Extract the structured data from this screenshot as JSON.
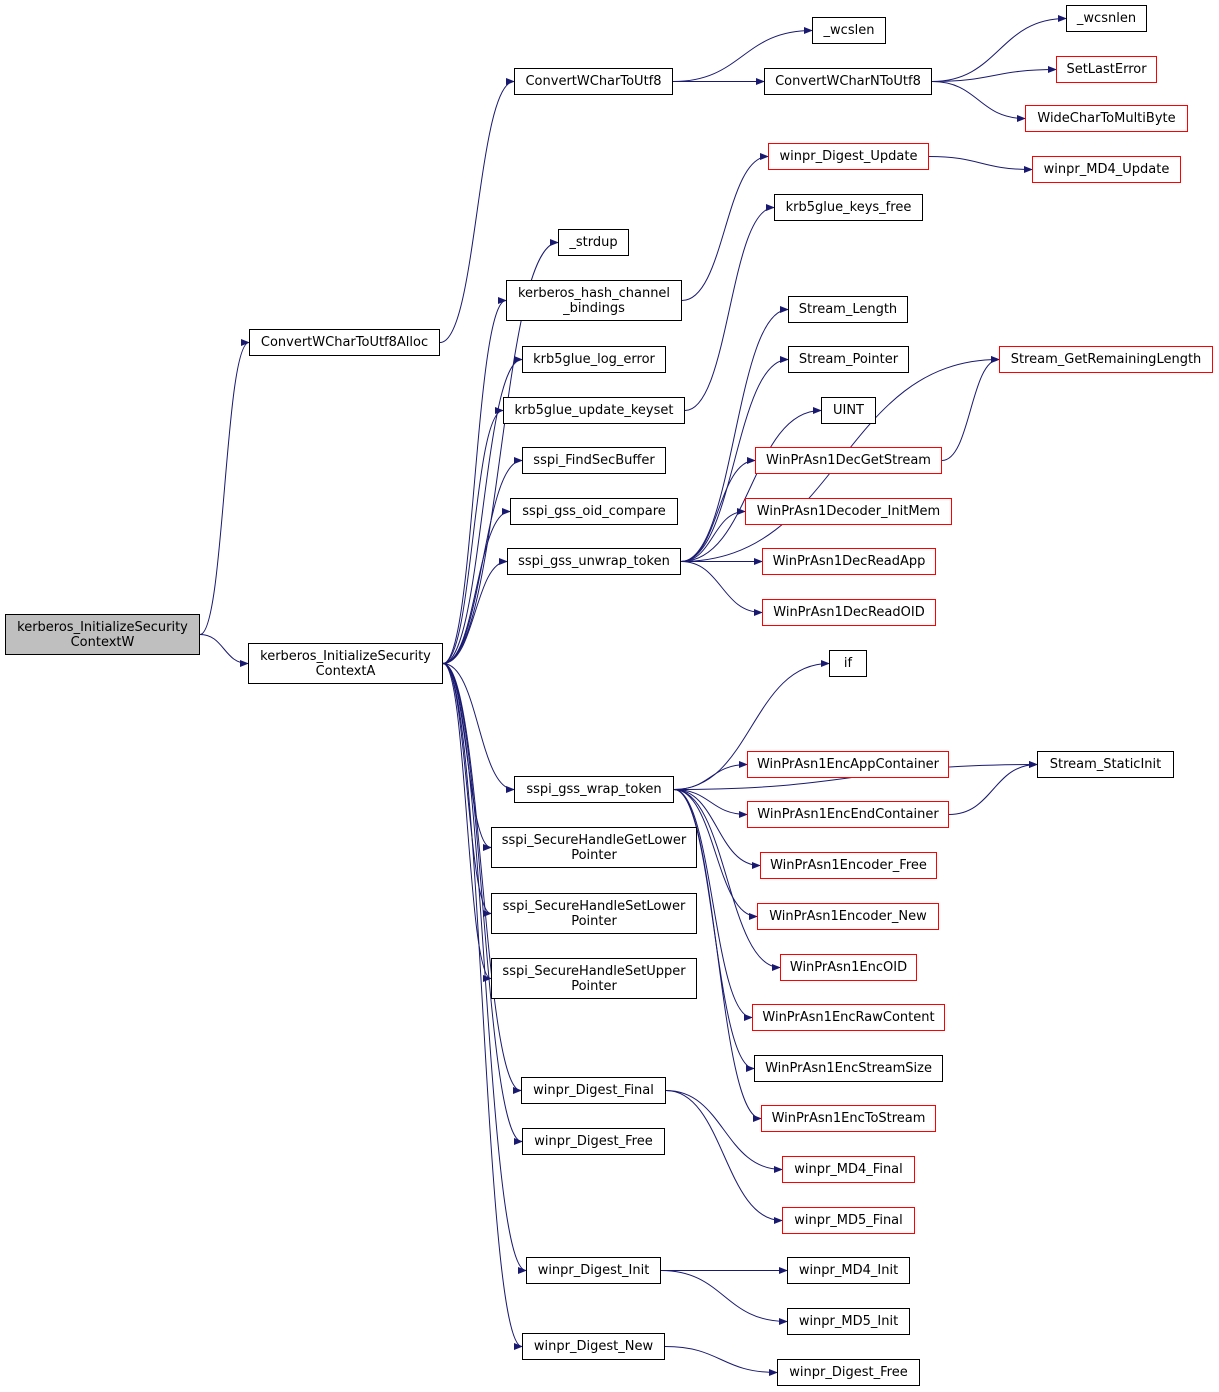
{
  "colors": {
    "edge": "#191970",
    "node_border": "#000000",
    "node_border_incomplete": "#ff0000",
    "root_fill": "#bfbfbf"
  },
  "nodes": {
    "n_root": {
      "lines": [
        "kerberos_InitializeSecurity",
        "ContextW"
      ],
      "style": "root"
    },
    "n_cw8alloc": {
      "lines": [
        "ConvertWCharToUtf8Alloc"
      ],
      "style": "normal"
    },
    "n_cw8": {
      "lines": [
        "ConvertWCharToUtf8"
      ],
      "style": "normal"
    },
    "n_wcslen": {
      "lines": [
        "_wcslen"
      ],
      "style": "normal"
    },
    "n_cwn8": {
      "lines": [
        "ConvertWCharNToUtf8"
      ],
      "style": "normal"
    },
    "n_wcsnlen": {
      "lines": [
        "_wcsnlen"
      ],
      "style": "normal"
    },
    "n_setlasterror": {
      "lines": [
        "SetLastError"
      ],
      "style": "red"
    },
    "n_wc2mb": {
      "lines": [
        "WideCharToMultiByte"
      ],
      "style": "red"
    },
    "n_ctxA": {
      "lines": [
        "kerberos_InitializeSecurity",
        "ContextA"
      ],
      "style": "normal"
    },
    "n_strdup": {
      "lines": [
        "_strdup"
      ],
      "style": "normal"
    },
    "n_hashcb": {
      "lines": [
        "kerberos_hash_channel",
        "_bindings"
      ],
      "style": "normal"
    },
    "n_logerr": {
      "lines": [
        "krb5glue_log_error"
      ],
      "style": "normal"
    },
    "n_updkeyset": {
      "lines": [
        "krb5glue_update_keyset"
      ],
      "style": "normal"
    },
    "n_findsec": {
      "lines": [
        "sspi_FindSecBuffer"
      ],
      "style": "normal"
    },
    "n_oidcmp": {
      "lines": [
        "sspi_gss_oid_compare"
      ],
      "style": "normal"
    },
    "n_unwrap": {
      "lines": [
        "sspi_gss_unwrap_token"
      ],
      "style": "normal"
    },
    "n_wrap": {
      "lines": [
        "sspi_gss_wrap_token"
      ],
      "style": "normal"
    },
    "n_shgetlower": {
      "lines": [
        "sspi_SecureHandleGetLower",
        "Pointer"
      ],
      "style": "normal"
    },
    "n_shsetlower": {
      "lines": [
        "sspi_SecureHandleSetLower",
        "Pointer"
      ],
      "style": "normal"
    },
    "n_shsetupper": {
      "lines": [
        "sspi_SecureHandleSetUpper",
        "Pointer"
      ],
      "style": "normal"
    },
    "n_dfinal": {
      "lines": [
        "winpr_Digest_Final"
      ],
      "style": "normal"
    },
    "n_dfree1": {
      "lines": [
        "winpr_Digest_Free"
      ],
      "style": "normal"
    },
    "n_dinit": {
      "lines": [
        "winpr_Digest_Init"
      ],
      "style": "normal"
    },
    "n_dnew": {
      "lines": [
        "winpr_Digest_New"
      ],
      "style": "normal"
    },
    "n_dupdate": {
      "lines": [
        "winpr_Digest_Update"
      ],
      "style": "red"
    },
    "n_md4upd": {
      "lines": [
        "winpr_MD4_Update"
      ],
      "style": "red"
    },
    "n_keysfree": {
      "lines": [
        "krb5glue_keys_free"
      ],
      "style": "normal"
    },
    "n_slen": {
      "lines": [
        "Stream_Length"
      ],
      "style": "normal"
    },
    "n_sptr": {
      "lines": [
        "Stream_Pointer"
      ],
      "style": "normal"
    },
    "n_uint": {
      "lines": [
        "UINT"
      ],
      "style": "normal"
    },
    "n_sgrl": {
      "lines": [
        "Stream_GetRemainingLength"
      ],
      "style": "red"
    },
    "n_decgs": {
      "lines": [
        "WinPrAsn1DecGetStream"
      ],
      "style": "red"
    },
    "n_decim": {
      "lines": [
        "WinPrAsn1Decoder_InitMem"
      ],
      "style": "red"
    },
    "n_decra": {
      "lines": [
        "WinPrAsn1DecReadApp"
      ],
      "style": "red"
    },
    "n_decro": {
      "lines": [
        "WinPrAsn1DecReadOID"
      ],
      "style": "red"
    },
    "n_if": {
      "lines": [
        "if"
      ],
      "style": "normal"
    },
    "n_ssi": {
      "lines": [
        "Stream_StaticInit"
      ],
      "style": "normal"
    },
    "n_encapp": {
      "lines": [
        "WinPrAsn1EncAppContainer"
      ],
      "style": "red"
    },
    "n_encend": {
      "lines": [
        "WinPrAsn1EncEndContainer"
      ],
      "style": "red"
    },
    "n_encfree": {
      "lines": [
        "WinPrAsn1Encoder_Free"
      ],
      "style": "red"
    },
    "n_encnew": {
      "lines": [
        "WinPrAsn1Encoder_New"
      ],
      "style": "red"
    },
    "n_encoid": {
      "lines": [
        "WinPrAsn1EncOID"
      ],
      "style": "red"
    },
    "n_encraw": {
      "lines": [
        "WinPrAsn1EncRawContent"
      ],
      "style": "red"
    },
    "n_encss": {
      "lines": [
        "WinPrAsn1EncStreamSize"
      ],
      "style": "normal"
    },
    "n_encts": {
      "lines": [
        "WinPrAsn1EncToStream"
      ],
      "style": "red"
    },
    "n_md4final": {
      "lines": [
        "winpr_MD4_Final"
      ],
      "style": "red"
    },
    "n_md5final": {
      "lines": [
        "winpr_MD5_Final"
      ],
      "style": "red"
    },
    "n_md4init": {
      "lines": [
        "winpr_MD4_Init"
      ],
      "style": "normal"
    },
    "n_md5init": {
      "lines": [
        "winpr_MD5_Init"
      ],
      "style": "normal"
    },
    "n_dfree2": {
      "lines": [
        "winpr_Digest_Free"
      ],
      "style": "normal"
    }
  },
  "edges": [
    [
      "n_root",
      "n_cw8alloc"
    ],
    [
      "n_root",
      "n_ctxA"
    ],
    [
      "n_cw8alloc",
      "n_cw8"
    ],
    [
      "n_cw8",
      "n_wcslen"
    ],
    [
      "n_cw8",
      "n_cwn8"
    ],
    [
      "n_cwn8",
      "n_wcsnlen"
    ],
    [
      "n_cwn8",
      "n_setlasterror"
    ],
    [
      "n_cwn8",
      "n_wc2mb"
    ],
    [
      "n_ctxA",
      "n_strdup"
    ],
    [
      "n_ctxA",
      "n_hashcb"
    ],
    [
      "n_ctxA",
      "n_logerr"
    ],
    [
      "n_ctxA",
      "n_updkeyset"
    ],
    [
      "n_ctxA",
      "n_findsec"
    ],
    [
      "n_ctxA",
      "n_oidcmp"
    ],
    [
      "n_ctxA",
      "n_unwrap"
    ],
    [
      "n_ctxA",
      "n_wrap"
    ],
    [
      "n_ctxA",
      "n_shgetlower"
    ],
    [
      "n_ctxA",
      "n_shsetlower"
    ],
    [
      "n_ctxA",
      "n_shsetupper"
    ],
    [
      "n_ctxA",
      "n_dfinal"
    ],
    [
      "n_ctxA",
      "n_dfree1"
    ],
    [
      "n_ctxA",
      "n_dinit"
    ],
    [
      "n_ctxA",
      "n_dnew"
    ],
    [
      "n_hashcb",
      "n_dupdate"
    ],
    [
      "n_dupdate",
      "n_md4upd"
    ],
    [
      "n_updkeyset",
      "n_keysfree"
    ],
    [
      "n_unwrap",
      "n_slen"
    ],
    [
      "n_unwrap",
      "n_sptr"
    ],
    [
      "n_unwrap",
      "n_uint"
    ],
    [
      "n_unwrap",
      "n_sgrl"
    ],
    [
      "n_unwrap",
      "n_decgs"
    ],
    [
      "n_unwrap",
      "n_decim"
    ],
    [
      "n_unwrap",
      "n_decra"
    ],
    [
      "n_unwrap",
      "n_decro"
    ],
    [
      "n_decgs",
      "n_sgrl"
    ],
    [
      "n_wrap",
      "n_if"
    ],
    [
      "n_wrap",
      "n_ssi"
    ],
    [
      "n_wrap",
      "n_encapp"
    ],
    [
      "n_wrap",
      "n_encend"
    ],
    [
      "n_wrap",
      "n_encfree"
    ],
    [
      "n_wrap",
      "n_encnew"
    ],
    [
      "n_wrap",
      "n_encoid"
    ],
    [
      "n_wrap",
      "n_encraw"
    ],
    [
      "n_wrap",
      "n_encss"
    ],
    [
      "n_wrap",
      "n_encts"
    ],
    [
      "n_encend",
      "n_ssi"
    ],
    [
      "n_dfinal",
      "n_md4final"
    ],
    [
      "n_dfinal",
      "n_md5final"
    ],
    [
      "n_dinit",
      "n_md4init"
    ],
    [
      "n_dinit",
      "n_md5init"
    ],
    [
      "n_dnew",
      "n_dfree2"
    ]
  ]
}
